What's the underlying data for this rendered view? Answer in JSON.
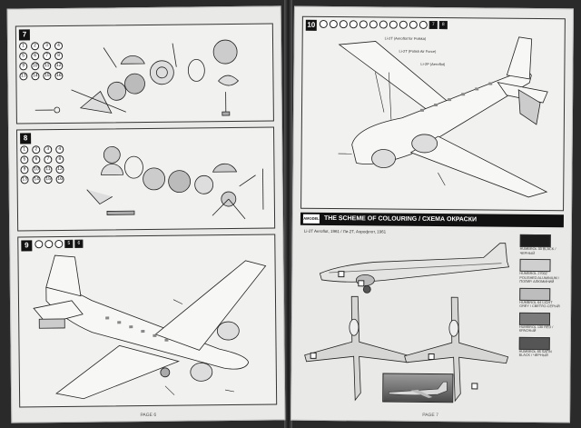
{
  "left_page": {
    "step7": {
      "number": "7",
      "parts": [
        "1",
        "2",
        "3",
        "4",
        "5",
        "6",
        "7",
        "8",
        "9",
        "10",
        "11",
        "12",
        "13",
        "14",
        "15",
        "16"
      ]
    },
    "step8": {
      "number": "8",
      "parts": [
        "1",
        "2",
        "3",
        "4",
        "5",
        "6",
        "7",
        "8",
        "9",
        "10",
        "11",
        "12",
        "13",
        "14",
        "15",
        "16"
      ]
    },
    "step9": {
      "number": "9",
      "badges": [
        "5",
        "6"
      ]
    },
    "footer": "PAGE 6"
  },
  "right_page": {
    "step10": {
      "number": "10",
      "end_badges": [
        "7",
        "8"
      ]
    },
    "step10_notes": [
      "Li-2T (Aeroflot for Polska)",
      "Li-2T (Polish Air Force)",
      "Li-2P (Aeroflot)"
    ],
    "scheme_title": "THE SCHEME OF COLOURING / СХЕМА ОКРАСКИ",
    "scheme_subtitle": "Li-2T Aeroflot, 1961 / Ли-2Т, Аэрофлот, 1961",
    "swatches": [
      {
        "label": "HUMBROL 33 BLACK / ЧЕРНЫЙ",
        "color": "#1c1c1c"
      },
      {
        "label": "HUMBROL 27002 POLISHED ALUMINIUM / ПОЛИР. АЛЮМИНИЙ",
        "color": "#cfcfcf"
      },
      {
        "label": "HUMBROL 64 LIGHT GREY / СВЕТЛО-СЕРЫЙ",
        "color": "#bdbdbd"
      },
      {
        "label": "HUMBROL 130 RED / КРАСНЫЙ",
        "color": "#7b7b7b"
      },
      {
        "label": "HUMBROL 85 SATIN BLACK / ЧЕРНЫЙ",
        "color": "#555555"
      }
    ],
    "footer": "PAGE 7"
  }
}
